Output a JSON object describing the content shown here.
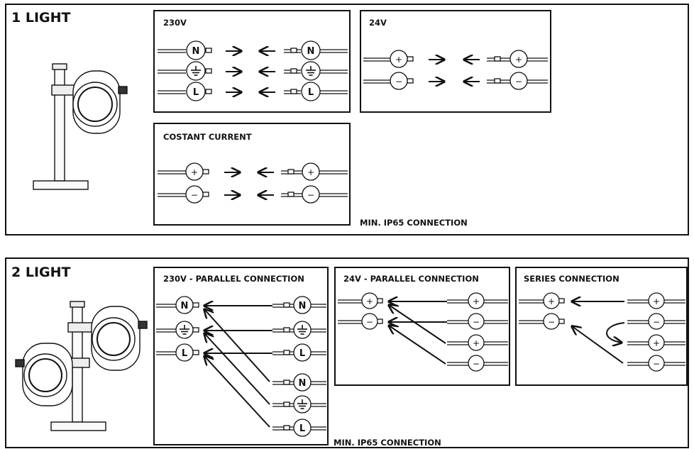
{
  "section1": {
    "title": "1 LIGHT",
    "box_230v": {
      "title": "230V",
      "terminals": [
        "N",
        "earth",
        "L"
      ]
    },
    "box_24v": {
      "title": "24V",
      "terminals": [
        "+",
        "−"
      ]
    },
    "box_cc": {
      "title": "COSTANT CURRENT",
      "terminals": [
        "+",
        "−"
      ]
    },
    "note": "MIN. IP65 CONNECTION"
  },
  "section2": {
    "title": "2 LIGHT",
    "box_230v": {
      "title": "230V - PARALLEL CONNECTION",
      "labels": [
        "N",
        "L",
        "N",
        "L"
      ]
    },
    "box_24v": {
      "title": "24V - PARALLEL CONNECTION"
    },
    "box_series": {
      "title": "SERIES CONNECTION"
    },
    "note": "MIN. IP65 CONNECTION"
  },
  "colors": {
    "line": "#111111",
    "background": "#ffffff"
  },
  "icons": [
    "single-spotlight-icon",
    "double-spotlight-icon",
    "earth-icon",
    "arrow-icon"
  ]
}
